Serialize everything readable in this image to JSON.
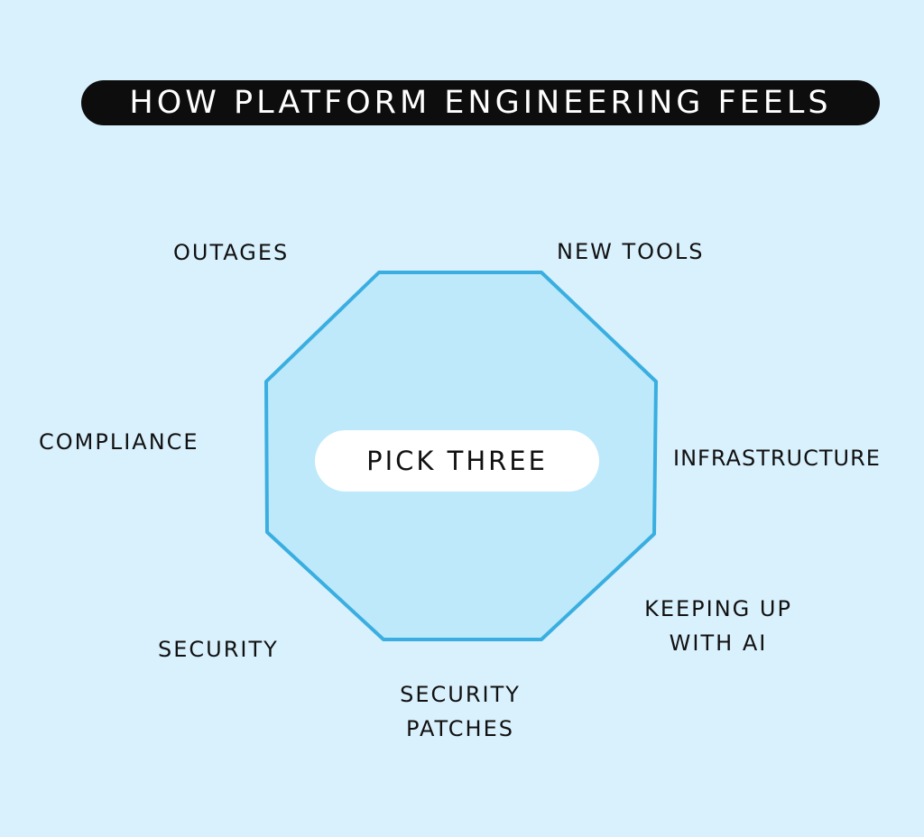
{
  "title": "HOW PLATFORM ENGINEERING FEELS",
  "center_label": "PICK THREE",
  "labels": {
    "outages": "OUTAGES",
    "new_tools": "NEW TOOLS",
    "compliance": "COMPLIANCE",
    "infrastructure": "INFRASTRUCTURE",
    "security": "SECURITY",
    "keeping_up_line1": "KEEPING UP",
    "keeping_up_line2": "WITH AI",
    "security_patches_line1": "SECURITY",
    "security_patches_line2": "PATCHES"
  },
  "colors": {
    "background": "#d9f1fd",
    "octagon_fill": "#bde9fb",
    "octagon_stroke": "#3aaee0",
    "title_bg": "#0d0d0d",
    "title_text": "#ffffff",
    "center_pill": "#ffffff",
    "text": "#111111"
  }
}
